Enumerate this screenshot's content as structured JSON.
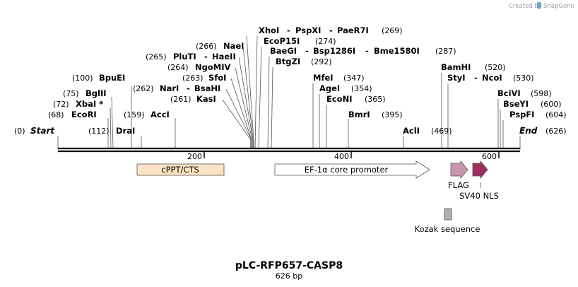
{
  "header": {
    "created_by": "Created by",
    "brand": "SnapGene"
  },
  "map": {
    "title": "pLC-RFP657-CASP8",
    "length_label": "626 bp",
    "start_label": "Start",
    "start_pos": "(0)",
    "end_label": "End",
    "end_pos": "(626)",
    "ruler_ticks": [
      "200",
      "400",
      "600"
    ]
  },
  "sites": [
    {
      "pos": "(68)",
      "name": "EcoRI"
    },
    {
      "pos": "(72)",
      "name": "XbaI *"
    },
    {
      "pos": "(75)",
      "name": "BglII"
    },
    {
      "pos": "(100)",
      "name": "BpuEI"
    },
    {
      "pos": "(112)",
      "name": "DraI"
    },
    {
      "pos": "(159)",
      "name": "AccI"
    },
    {
      "pos": "(262)",
      "name": ""
    },
    {
      "pos": "(261)",
      "name": "KasI"
    },
    {
      "pos": "(263)",
      "name": "SfoI"
    },
    {
      "pos": "(264)",
      "name": "NgoMIV"
    },
    {
      "pos": "(265)",
      "name": "PluTI"
    },
    {
      "pos": "(266)",
      "name": "NaeI"
    },
    {
      "pos": "",
      "name": "NarI"
    },
    {
      "pos": "",
      "name": "BsaHI"
    },
    {
      "pos": "",
      "name": "HaeII"
    },
    {
      "pos": "(269)",
      "name": "XhoI"
    },
    {
      "pos": "",
      "name": "PspXI"
    },
    {
      "pos": "",
      "name": "PaeR7I"
    },
    {
      "pos": "(274)",
      "name": "EcoP15I"
    },
    {
      "pos": "(287)",
      "name": "BaeGI"
    },
    {
      "pos": "",
      "name": "Bsp1286I"
    },
    {
      "pos": "",
      "name": "Bme1580I"
    },
    {
      "pos": "(292)",
      "name": "BtgZI"
    },
    {
      "pos": "(347)",
      "name": "MfeI"
    },
    {
      "pos": "(354)",
      "name": "AgeI"
    },
    {
      "pos": "(365)",
      "name": "EcoNI"
    },
    {
      "pos": "(395)",
      "name": "BmrI"
    },
    {
      "pos": "(469)",
      "name": "AclI"
    },
    {
      "pos": "(520)",
      "name": "BamHI"
    },
    {
      "pos": "(530)",
      "name": "StyI"
    },
    {
      "pos": "",
      "name": "NcoI"
    },
    {
      "pos": "(598)",
      "name": "BciVI"
    },
    {
      "pos": "(600)",
      "name": "BseYI"
    },
    {
      "pos": "(604)",
      "name": "PspFI"
    }
  ],
  "features": [
    {
      "name": "cPPT/CTS",
      "color": "#fde3c4"
    },
    {
      "name": "EF-1α core promoter",
      "color": "#ffffff"
    },
    {
      "name": "FLAG",
      "color": "#c994b0"
    },
    {
      "name": "SV40 NLS",
      "color": "#9c2f5d"
    },
    {
      "name": "Kozak sequence",
      "color": "#a9b0b8"
    }
  ],
  "colors": {
    "backbone": "#000000",
    "brand_blue": "#6fa5c9",
    "brand_text": "#9aa0a6"
  }
}
